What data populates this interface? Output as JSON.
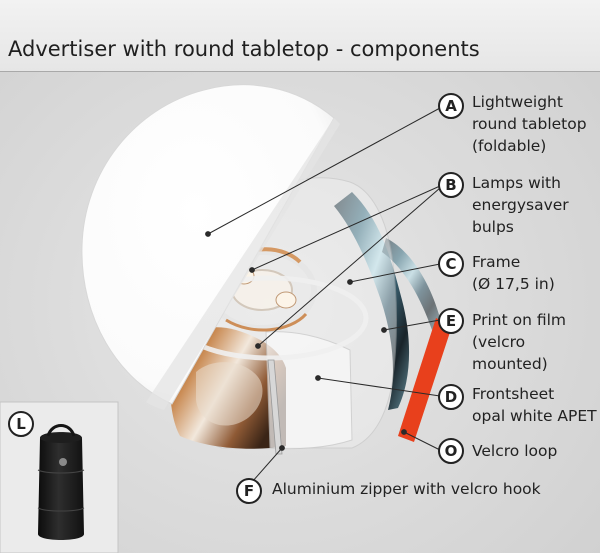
{
  "header": {
    "title": "Advertiser with round tabletop - components"
  },
  "colors": {
    "header_bg": "#eaeaea",
    "stage_bg": "#dcdcdc",
    "velcro_strip": "#e8401c",
    "outline": "#222222"
  },
  "callouts": {
    "a": {
      "letter": "A",
      "lines": [
        "Lightweight",
        "round tabletop",
        "(foldable)"
      ]
    },
    "b": {
      "letter": "B",
      "lines": [
        "Lamps with",
        "energysaver",
        "bulps"
      ]
    },
    "c": {
      "letter": "C",
      "lines": [
        "Frame",
        "(Ø 17,5 in)"
      ]
    },
    "e": {
      "letter": "E",
      "lines": [
        "Print on film",
        "(velcro",
        "mounted)"
      ]
    },
    "d": {
      "letter": "D",
      "lines": [
        "Frontsheet",
        "opal white APET"
      ]
    },
    "o": {
      "letter": "O",
      "lines": [
        "Velcro loop"
      ]
    },
    "f": {
      "letter": "F",
      "lines": [
        "Aluminium zipper with velcro hook"
      ]
    },
    "l": {
      "letter": "L",
      "lines": []
    }
  }
}
